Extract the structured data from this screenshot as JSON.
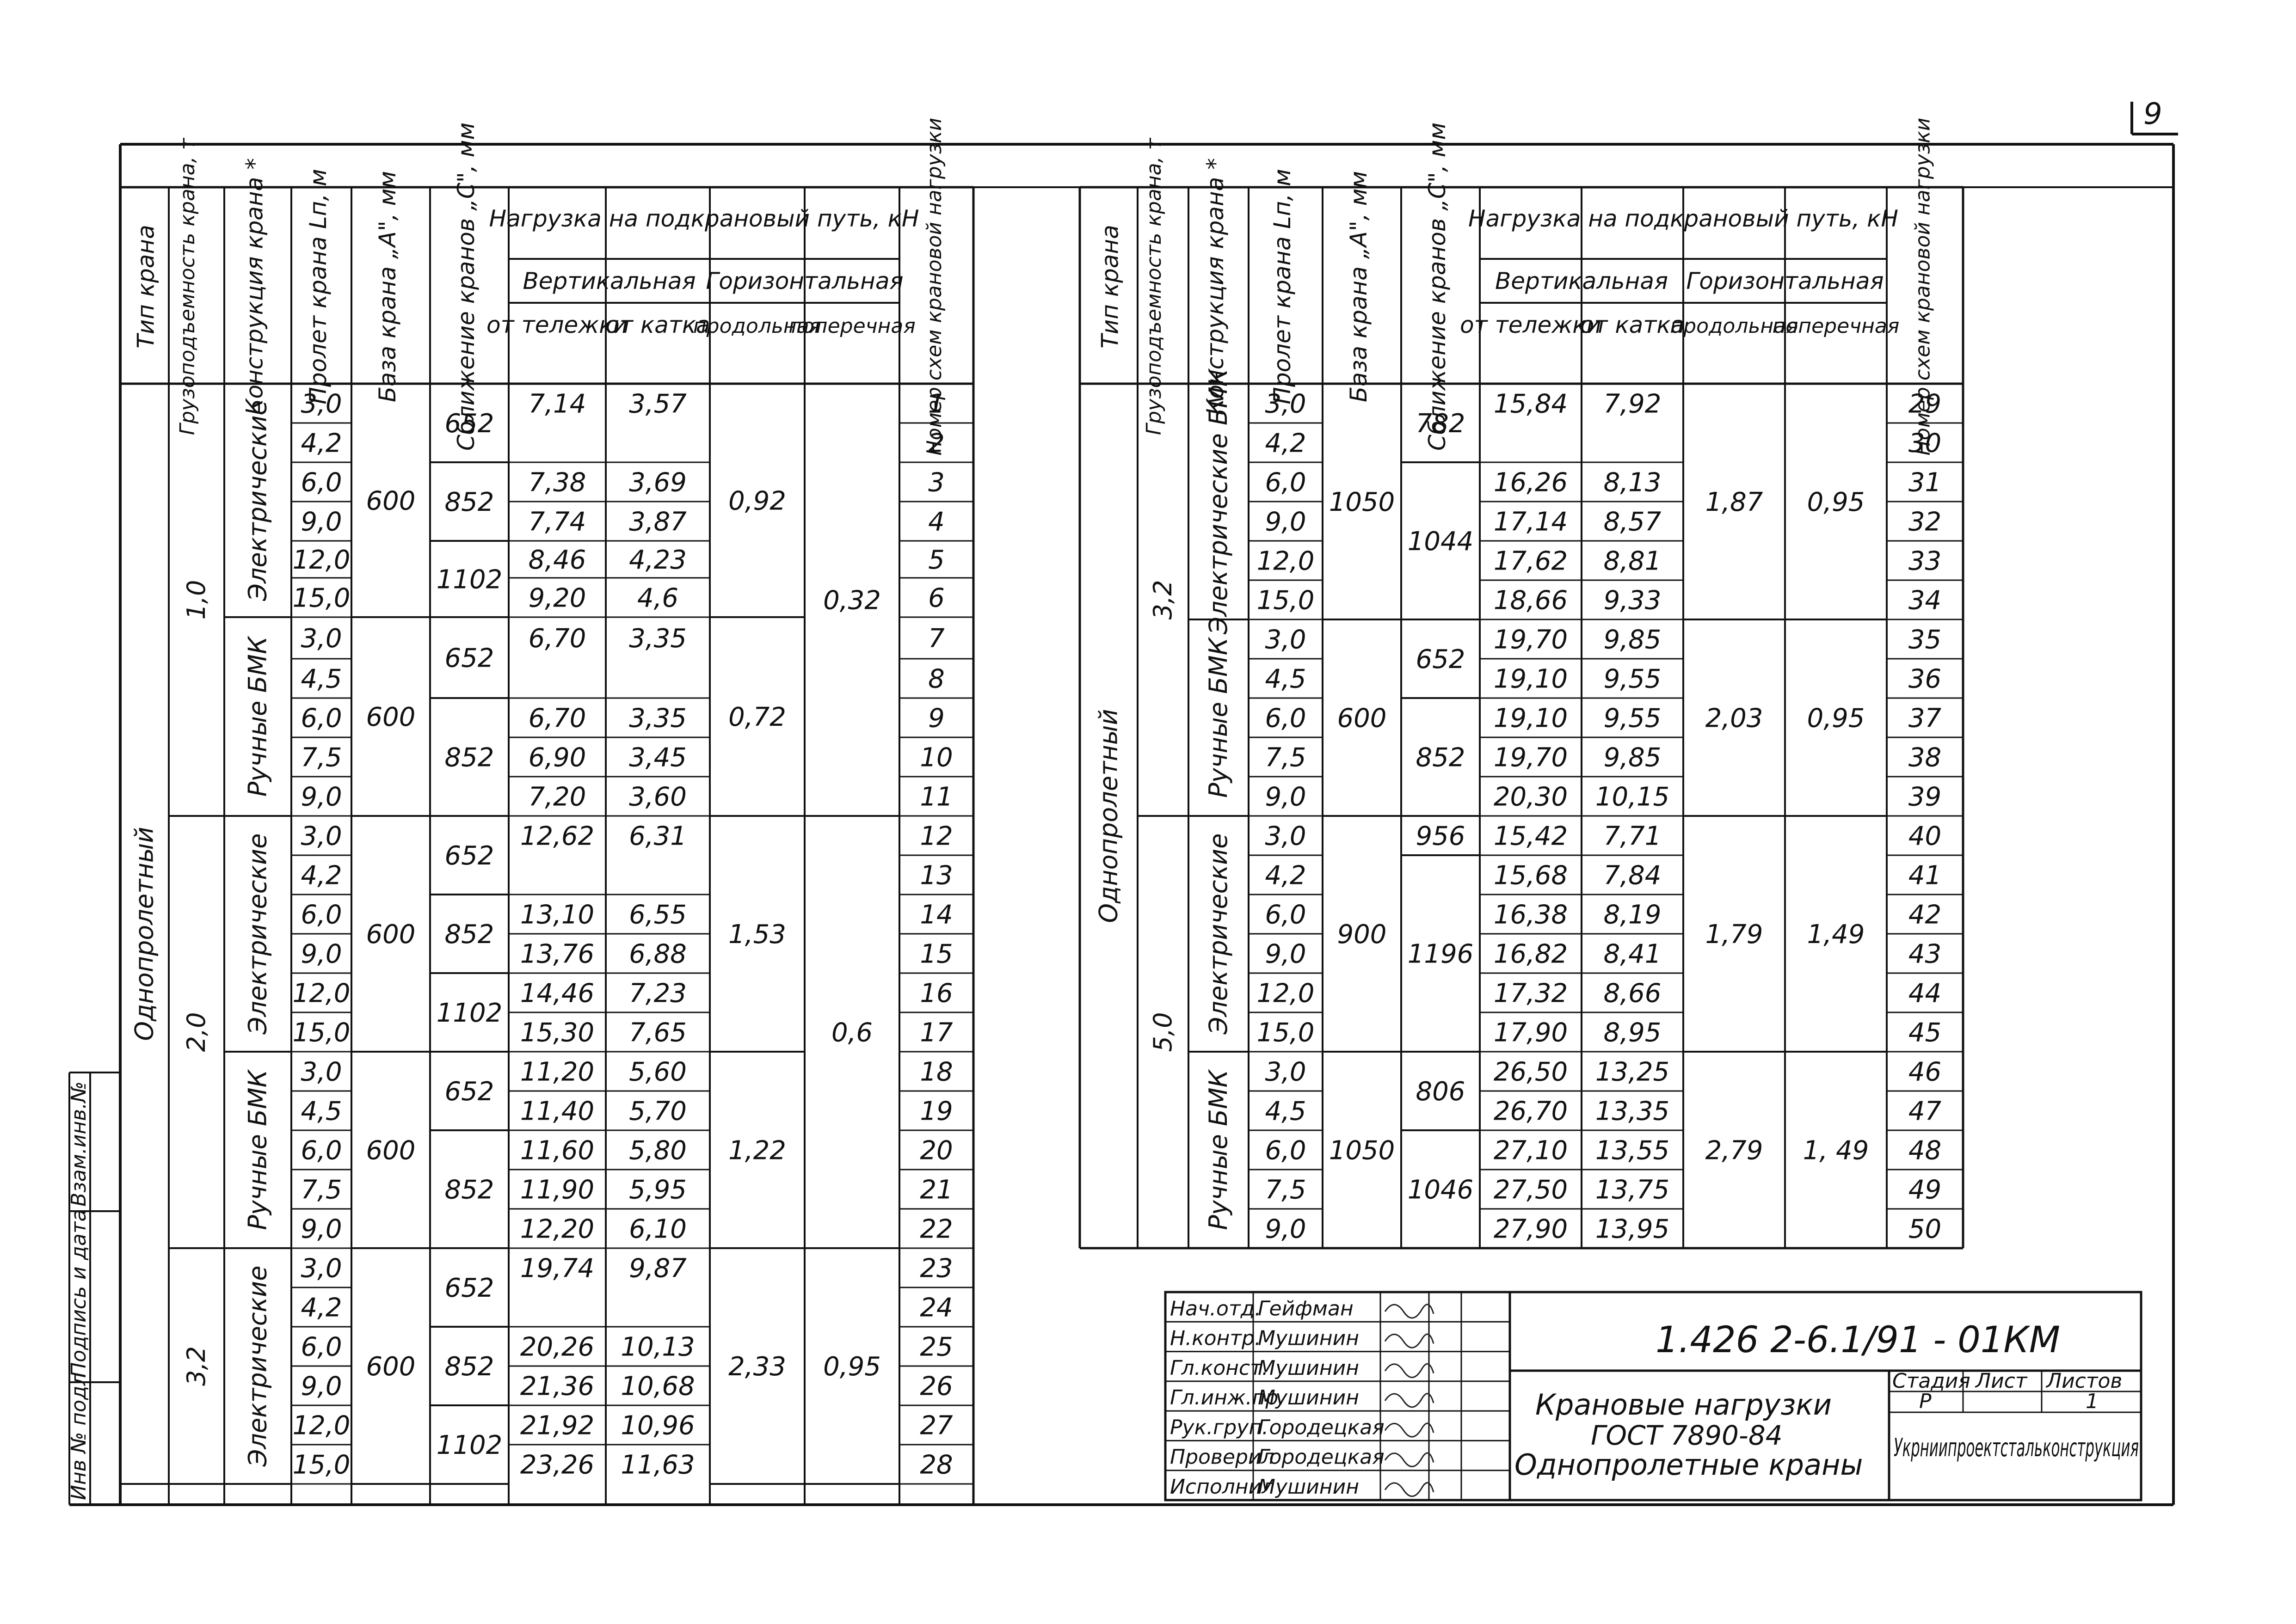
{
  "sheet_number": "9",
  "left_table": {
    "headers": {
      "type": "Тип крана",
      "capacity": "Грузоподъемность крана, т",
      "construction": "Конструкция крана *",
      "span": "Пролет крана Lп, м",
      "base": "База крана „А\", мм",
      "approach": "Сближение кранов „С\", мм",
      "load": "Нагрузка на подкрановый путь, кН",
      "vertical": "Вертикальная",
      "horizontal": "Горизонтальная",
      "from_bogie": "от тележки",
      "from_roller": "от катка",
      "longitudinal": "продольная",
      "transverse": "поперечная",
      "scheme_no": "Номер схем крановой нагрузки"
    },
    "crane_type": "Однопролетный",
    "rows": [
      {
        "span": "3,0",
        "vb": "7,14",
        "vr": "3,57",
        "n": "1"
      },
      {
        "span": "4,2",
        "vb": "",
        "vr": "",
        "n": "2"
      },
      {
        "span": "6,0",
        "vb": "7,38",
        "vr": "3,69",
        "n": "3"
      },
      {
        "span": "9,0",
        "vb": "7,74",
        "vr": "3,87",
        "n": "4"
      },
      {
        "span": "12,0",
        "vb": "8,46",
        "vr": "4,23",
        "n": "5"
      },
      {
        "span": "15,0",
        "vb": "9,20",
        "vr": "4,6",
        "n": "6"
      },
      {
        "span": "3,0",
        "vb": "6,70",
        "vr": "3,35",
        "n": "7"
      },
      {
        "span": "4,5",
        "vb": "",
        "vr": "",
        "n": "8"
      },
      {
        "span": "6,0",
        "vb": "6,70",
        "vr": "3,35",
        "n": "9"
      },
      {
        "span": "7,5",
        "vb": "6,90",
        "vr": "3,45",
        "n": "10"
      },
      {
        "span": "9,0",
        "vb": "7,20",
        "vr": "3,60",
        "n": "11"
      },
      {
        "span": "3,0",
        "vb": "12,62",
        "vr": "6,31",
        "n": "12"
      },
      {
        "span": "4,2",
        "vb": "",
        "vr": "",
        "n": "13"
      },
      {
        "span": "6,0",
        "vb": "13,10",
        "vr": "6,55",
        "n": "14"
      },
      {
        "span": "9,0",
        "vb": "13,76",
        "vr": "6,88",
        "n": "15"
      },
      {
        "span": "12,0",
        "vb": "14,46",
        "vr": "7,23",
        "n": "16"
      },
      {
        "span": "15,0",
        "vb": "15,30",
        "vr": "7,65",
        "n": "17"
      },
      {
        "span": "3,0",
        "vb": "11,20",
        "vr": "5,60",
        "n": "18"
      },
      {
        "span": "4,5",
        "vb": "11,40",
        "vr": "5,70",
        "n": "19"
      },
      {
        "span": "6,0",
        "vb": "11,60",
        "vr": "5,80",
        "n": "20"
      },
      {
        "span": "7,5",
        "vb": "11,90",
        "vr": "5,95",
        "n": "21"
      },
      {
        "span": "9,0",
        "vb": "12,20",
        "vr": "6,10",
        "n": "22"
      },
      {
        "span": "3,0",
        "vb": "19,74",
        "vr": "9,87",
        "n": "23"
      },
      {
        "span": "4,2",
        "vb": "",
        "vr": "",
        "n": "24"
      },
      {
        "span": "6,0",
        "vb": "20,26",
        "vr": "10,13",
        "n": "25"
      },
      {
        "span": "9,0",
        "vb": "21,36",
        "vr": "10,68",
        "n": "26"
      },
      {
        "span": "12,0",
        "vb": "21,92",
        "vr": "10,96",
        "n": "27"
      },
      {
        "span": "15,0",
        "vb": "23,26",
        "vr": "11,63",
        "n": "28"
      }
    ],
    "merged": {
      "cap_1": "1,0",
      "cap_2": "2,0",
      "cap_3": "3,2",
      "con_el": "Электрические",
      "con_man": "Ручные БМК",
      "base_600": "600",
      "c_652": "652",
      "c_852": "852",
      "c_1102": "1102",
      "h_092": "0,92",
      "h_072": "0,72",
      "h_032": "0,32",
      "h_153": "1,53",
      "h_122": "1,22",
      "h_06": "0,6",
      "h_233": "2,33",
      "h_095": "0,95"
    }
  },
  "right_table": {
    "headers": {
      "type": "Тип крана",
      "capacity": "Грузоподъемность крана, т",
      "construction": "Конструкция крана *",
      "span": "Пролет крана Lп, м",
      "base": "База крана „А\", мм",
      "approach": "Сближение кранов „С\", мм",
      "load": "Нагрузка на подкрановый путь, кН",
      "vertical": "Вертикальная",
      "horizontal": "Горизонтальная",
      "from_bogie": "от тележки",
      "from_roller": "от катка",
      "longitudinal": "продольная",
      "transverse": "поперечная",
      "scheme_no": "Номер схем крановой нагрузки"
    },
    "crane_type": "Однопролетный",
    "rows": [
      {
        "span": "3,0",
        "vb": "15,84",
        "vr": "7,92",
        "n": "29"
      },
      {
        "span": "4,2",
        "vb": "",
        "vr": "",
        "n": "30"
      },
      {
        "span": "6,0",
        "vb": "16,26",
        "vr": "8,13",
        "n": "31"
      },
      {
        "span": "9,0",
        "vb": "17,14",
        "vr": "8,57",
        "n": "32"
      },
      {
        "span": "12,0",
        "vb": "17,62",
        "vr": "8,81",
        "n": "33"
      },
      {
        "span": "15,0",
        "vb": "18,66",
        "vr": "9,33",
        "n": "34"
      },
      {
        "span": "3,0",
        "vb": "19,70",
        "vr": "9,85",
        "n": "35"
      },
      {
        "span": "4,5",
        "vb": "19,10",
        "vr": "9,55",
        "n": "36"
      },
      {
        "span": "6,0",
        "vb": "19,10",
        "vr": "9,55",
        "n": "37"
      },
      {
        "span": "7,5",
        "vb": "19,70",
        "vr": "9,85",
        "n": "38"
      },
      {
        "span": "9,0",
        "vb": "20,30",
        "vr": "10,15",
        "n": "39"
      },
      {
        "span": "3,0",
        "vb": "15,42",
        "vr": "7,71",
        "n": "40"
      },
      {
        "span": "4,2",
        "vb": "15,68",
        "vr": "7,84",
        "n": "41"
      },
      {
        "span": "6,0",
        "vb": "16,38",
        "vr": "8,19",
        "n": "42"
      },
      {
        "span": "9,0",
        "vb": "16,82",
        "vr": "8,41",
        "n": "43"
      },
      {
        "span": "12,0",
        "vb": "17,32",
        "vr": "8,66",
        "n": "44"
      },
      {
        "span": "15,0",
        "vb": "17,90",
        "vr": "8,95",
        "n": "45"
      },
      {
        "span": "3,0",
        "vb": "26,50",
        "vr": "13,25",
        "n": "46"
      },
      {
        "span": "4,5",
        "vb": "26,70",
        "vr": "13,35",
        "n": "47"
      },
      {
        "span": "6,0",
        "vb": "27,10",
        "vr": "13,55",
        "n": "48"
      },
      {
        "span": "7,5",
        "vb": "27,50",
        "vr": "13,75",
        "n": "49"
      },
      {
        "span": "9,0",
        "vb": "27,90",
        "vr": "13,95",
        "n": "50"
      }
    ],
    "merged": {
      "cap_1": "3,2",
      "cap_2": "5,0",
      "con_el": "Электрические БМК",
      "con_man": "Ручные БМК",
      "con_el2": "Электрические",
      "con_man2": "Ручные БМК",
      "base_1050": "1050",
      "base_600": "600",
      "base_900": "900",
      "base_1050b": "1050",
      "c_782": "782",
      "c_1044": "1044",
      "c_652": "652",
      "c_852": "852",
      "c_956": "956",
      "c_1196": "1196",
      "c_806": "806",
      "c_1046": "1046",
      "h_187": "1,87",
      "h_095": "0,95",
      "h_203": "2,03",
      "h_095b": "0,95",
      "h_179": "1,79",
      "h_149": "1,49",
      "h_279": "2,79",
      "h_149b": "1, 49"
    }
  },
  "side_stamp": {
    "inv_podl": "Инв № подл",
    "sign_date": "Подпись и дата",
    "vzam": "Взам.инв.№"
  },
  "title_block": {
    "code": "1.426 2-6.1/91 - 01КМ",
    "title_lines": [
      "Крановые нагрузки",
      "ГОСТ 7890-84",
      "Однопролетные краны"
    ],
    "stage_label": "Стадия",
    "sheet_label": "Лист",
    "sheets_label": "Листов",
    "stage": "Р",
    "sheet": "",
    "sheets": "1",
    "organization": "Укрниипроектстальконструкция",
    "staff": [
      {
        "role": "Нач.отд.",
        "name": "Гейфман"
      },
      {
        "role": "Н.контр.",
        "name": "Мушинин"
      },
      {
        "role": "Гл.конст.",
        "name": "Мушинин"
      },
      {
        "role": "Гл.инж.пр.",
        "name": "Мушинин"
      },
      {
        "role": "Рук.груп.",
        "name": "Городецкая"
      },
      {
        "role": "Проверил",
        "name": "Городецкая"
      },
      {
        "role": "Исполнил",
        "name": "Мушинин"
      }
    ]
  }
}
